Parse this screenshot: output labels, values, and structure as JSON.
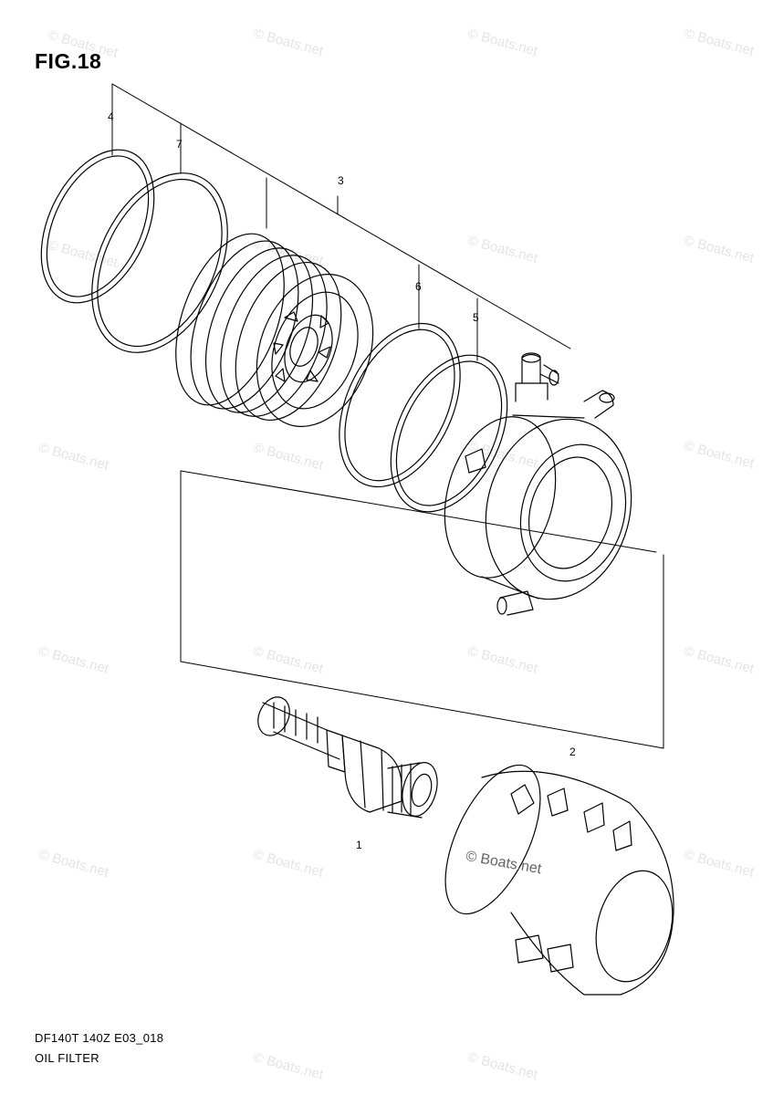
{
  "figure": {
    "title": "FIG.18",
    "code": "DF140T 140Z E03_018",
    "caption": "OIL FILTER"
  },
  "callouts": [
    "1",
    "2",
    "3",
    "4",
    "5",
    "6",
    "7"
  ],
  "watermark": {
    "text": "© Boats.net"
  },
  "colors": {
    "line": "#000000",
    "watermark": "#e4e4e4"
  }
}
